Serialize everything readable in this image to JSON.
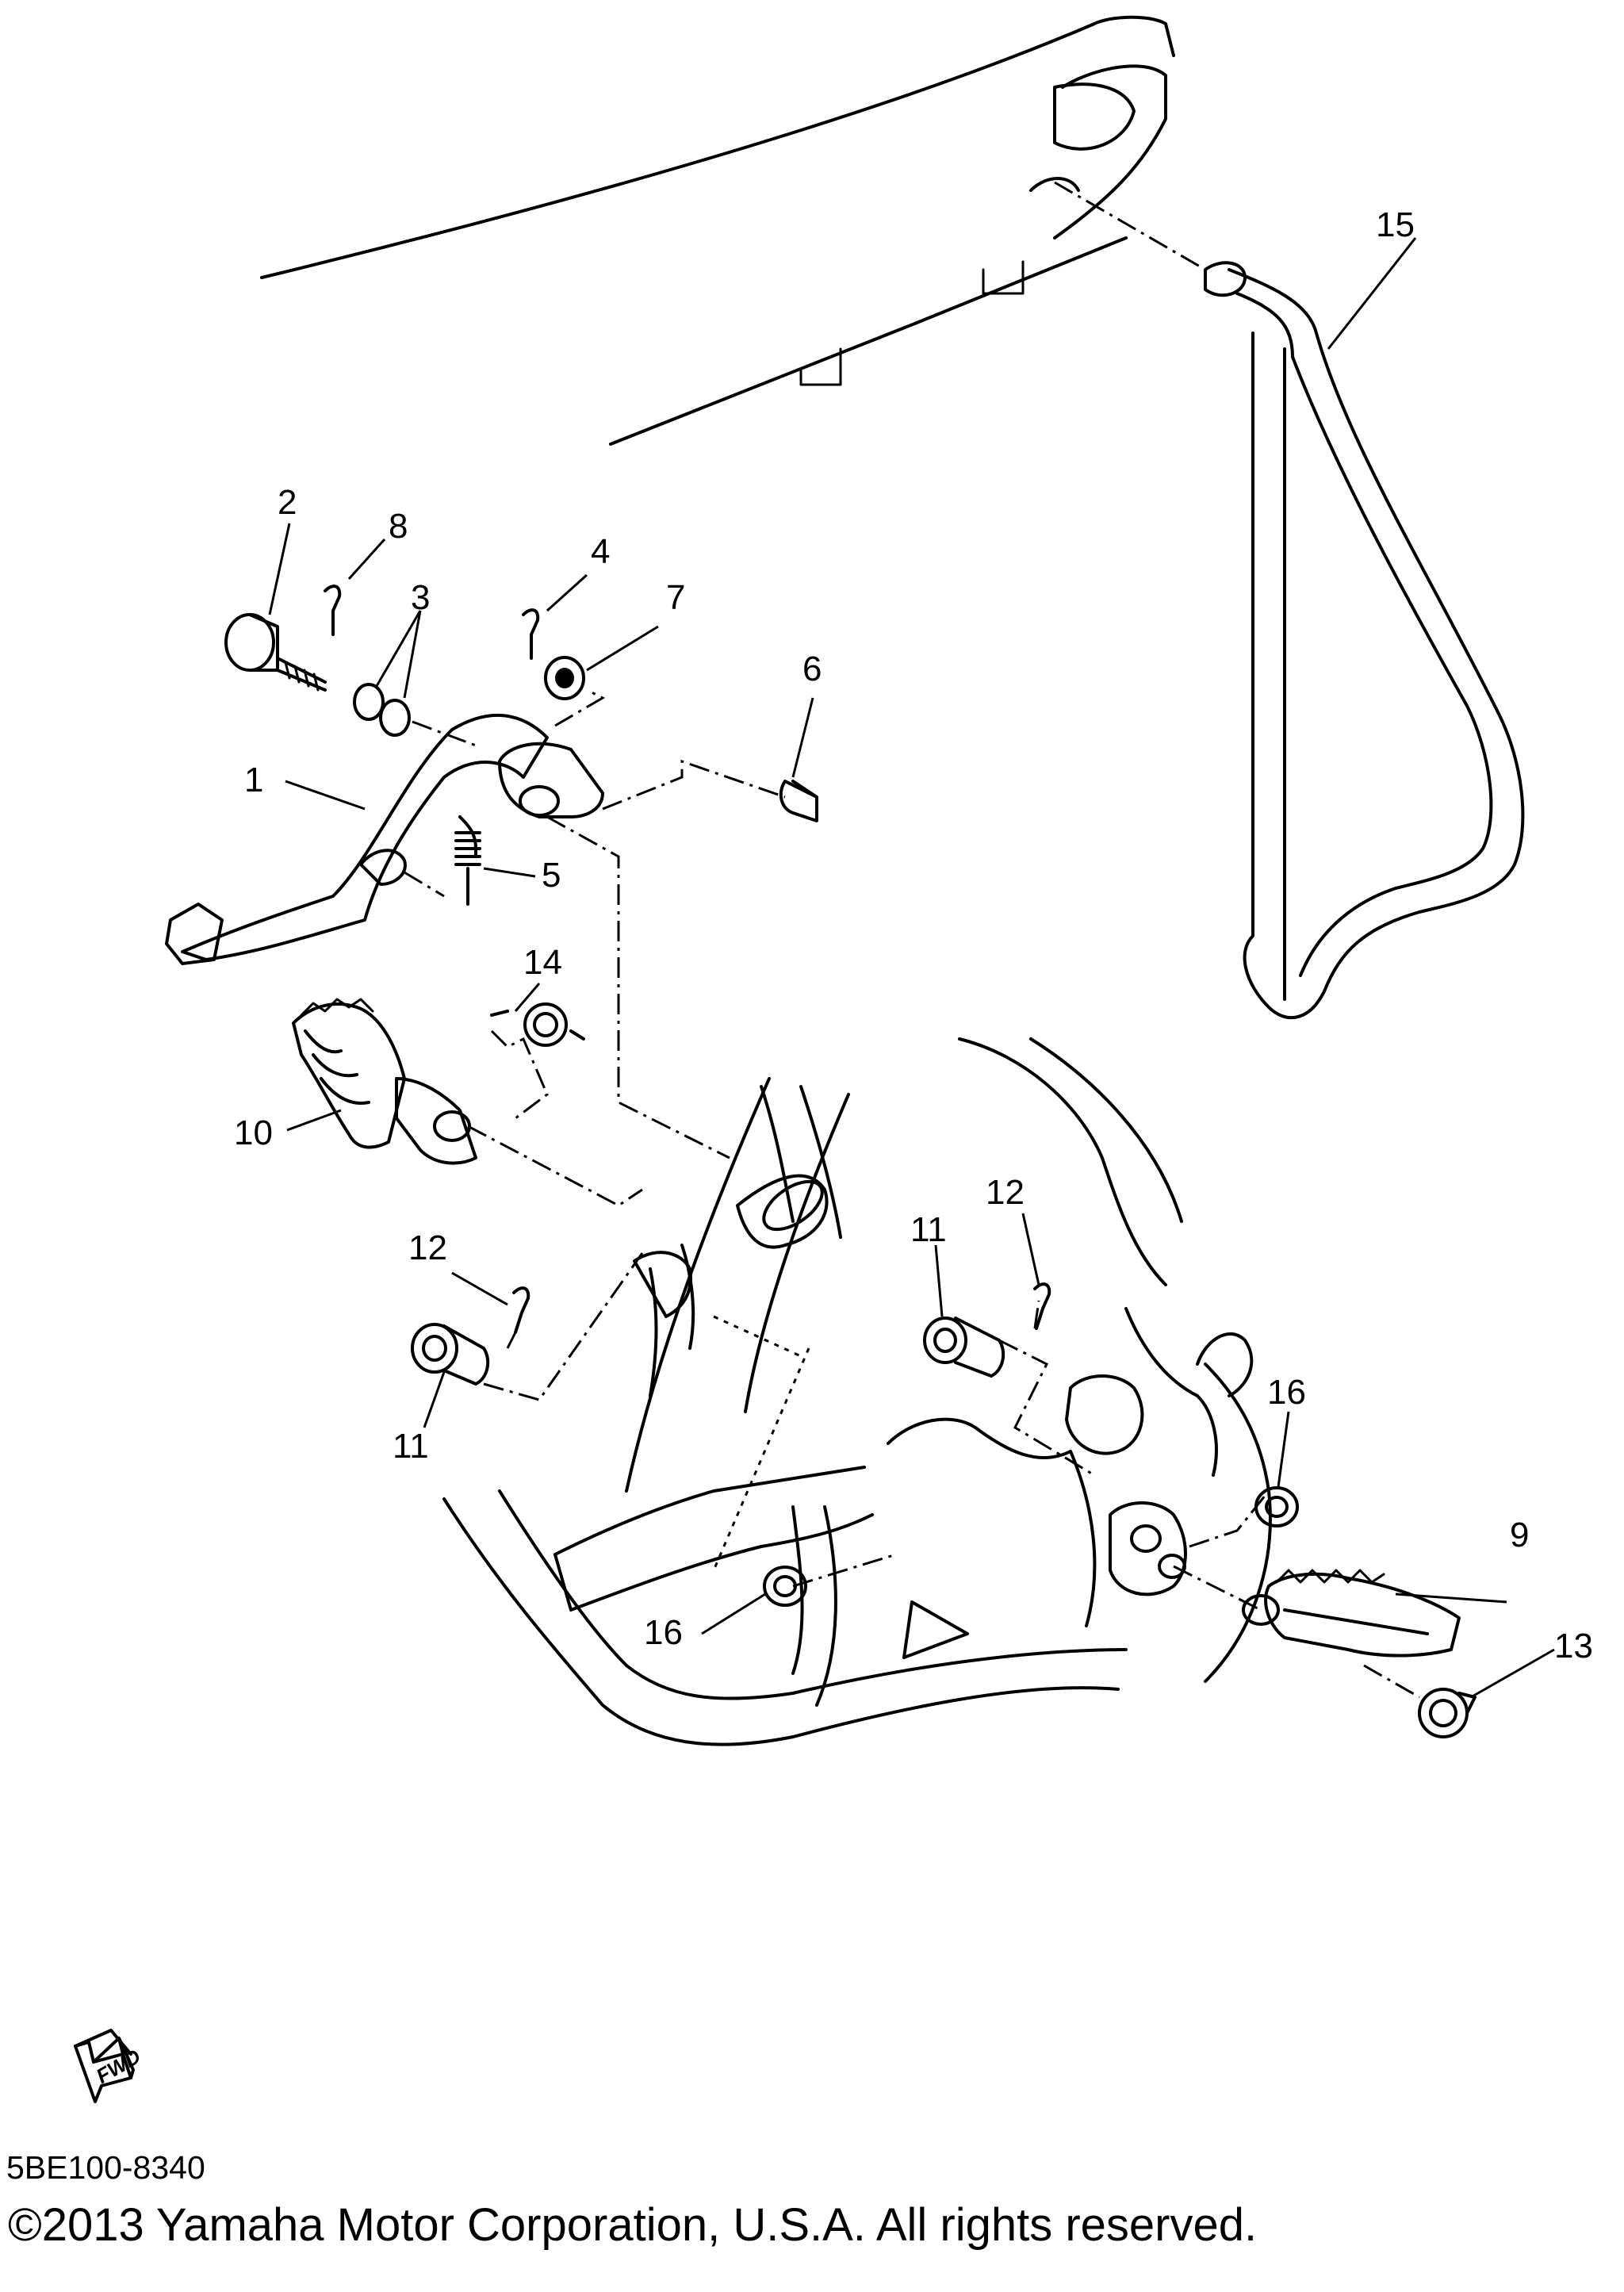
{
  "diagram": {
    "callouts": [
      {
        "id": "1",
        "text": "1"
      },
      {
        "id": "2",
        "text": "2"
      },
      {
        "id": "3",
        "text": "3"
      },
      {
        "id": "4",
        "text": "4"
      },
      {
        "id": "5",
        "text": "5"
      },
      {
        "id": "6",
        "text": "6"
      },
      {
        "id": "7",
        "text": "7"
      },
      {
        "id": "8",
        "text": "8"
      },
      {
        "id": "9",
        "text": "9"
      },
      {
        "id": "10",
        "text": "10"
      },
      {
        "id": "11a",
        "text": "11"
      },
      {
        "id": "11b",
        "text": "11"
      },
      {
        "id": "12a",
        "text": "12"
      },
      {
        "id": "12b",
        "text": "12"
      },
      {
        "id": "13",
        "text": "13"
      },
      {
        "id": "14",
        "text": "14"
      },
      {
        "id": "15",
        "text": "15"
      },
      {
        "id": "16a",
        "text": "16"
      },
      {
        "id": "16b",
        "text": "16"
      }
    ],
    "fwd_label": "FWD",
    "diagram_code": "5BE100-8340",
    "copyright": "©2013 Yamaha Motor Corporation, U.S.A. All rights reserved."
  }
}
